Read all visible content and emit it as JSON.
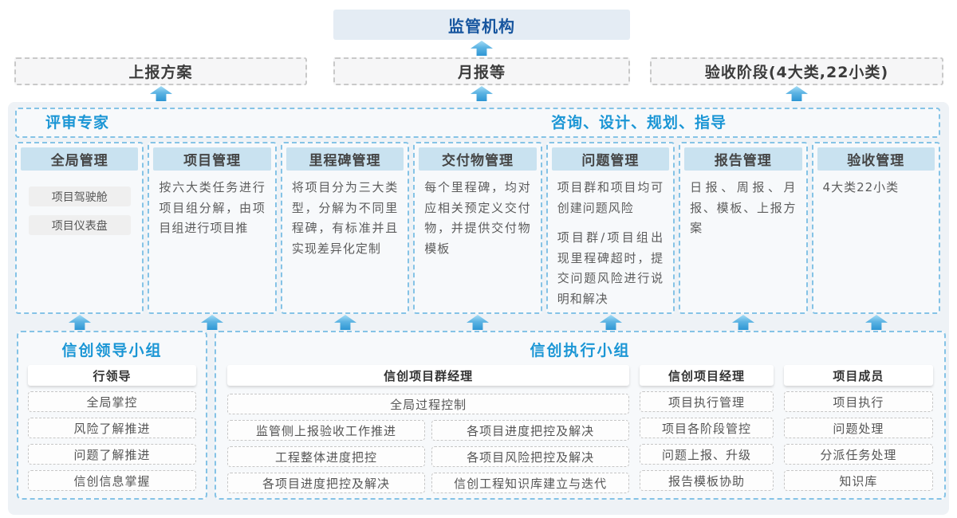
{
  "top": {
    "regulator": "监管机构",
    "channels": [
      {
        "label": "上报方案"
      },
      {
        "label": "月报等"
      },
      {
        "label": "验收阶段(4大类,22小类)"
      }
    ]
  },
  "middle": {
    "left_header": "评审专家",
    "right_header": "咨询、设计、规划、指导",
    "columns": [
      {
        "title": "全局管理",
        "pills": [
          "项目驾驶舱",
          "项目仪表盘"
        ]
      },
      {
        "title": "项目管理",
        "paragraphs": [
          "按六大类任务进行项目组分解，由项目组进行项目推"
        ]
      },
      {
        "title": "里程碑管理",
        "paragraphs": [
          "将项目分为三大类型，分解为不同里程碑，有标准并且实现差异化定制"
        ]
      },
      {
        "title": "交付物管理",
        "paragraphs": [
          "每个里程碑，均对应相关预定义交付物，并提供交付物模板"
        ]
      },
      {
        "title": "问题管理",
        "paragraphs": [
          "项目群和项目均可创建问题风险",
          "项目群/项目组出现里程碑超时，提交问题风险进行说明和解决"
        ]
      },
      {
        "title": "报告管理",
        "paragraphs": [
          "日报、周报、月报、模板、上报方案"
        ]
      },
      {
        "title": "验收管理",
        "paragraphs": [
          "4大类22小类"
        ]
      }
    ]
  },
  "bottom": {
    "leader_group": {
      "title": "信创领导小组",
      "role": "行领导",
      "items": [
        "全局掌控",
        "风险了解推进",
        "问题了解推进",
        "信创信息掌握"
      ]
    },
    "exec_group": {
      "title": "信创执行小组",
      "program_manager": {
        "role": "信创项目群经理",
        "full_item": "全局过程控制",
        "left_items": [
          "监管侧上报验收工作推进",
          "工程整体进度把控",
          "各项目进度把控及解决"
        ],
        "right_items": [
          "各项目进度把控及解决",
          "各项目风险把控及解决",
          "信创工程知识库建立与迭代"
        ]
      },
      "project_manager": {
        "role": "信创项目经理",
        "items": [
          "项目执行管理",
          "项目各阶段管控",
          "问题上报、升级",
          "报告模板协助"
        ]
      },
      "member": {
        "role": "项目成员",
        "items": [
          "项目执行",
          "问题处理",
          "分派任务处理",
          "知识库"
        ]
      }
    }
  },
  "colors": {
    "accent_blue": "#1b96d5",
    "regulator_text": "#17569f",
    "regulator_bg": "#e4ecf4",
    "column_header_bg": "#c9e2f0",
    "dashed_blue_border": "#85c3e6",
    "panel_bg": "#eef2f6",
    "arrow_gradient_top": "#a6ddf6",
    "arrow_gradient_bottom": "#2e96d4"
  }
}
